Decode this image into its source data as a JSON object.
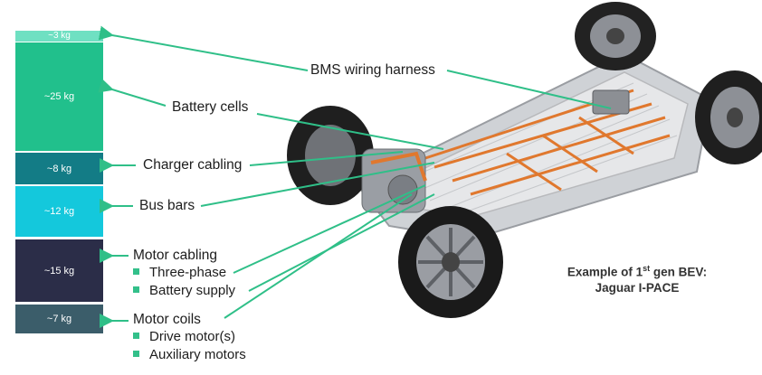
{
  "stack": [
    {
      "name": "bms",
      "label": "~3 kg",
      "color": "#6fe0c2"
    },
    {
      "name": "cells",
      "label": "~25 kg",
      "color": "#21c08c"
    },
    {
      "name": "charger",
      "label": "~8 kg",
      "color": "#137c86"
    },
    {
      "name": "busbars",
      "label": "~12 kg",
      "color": "#14c8dc"
    },
    {
      "name": "motor-cabling",
      "label": "~15 kg",
      "color": "#2b2d48"
    },
    {
      "name": "motor-coils",
      "label": "~7 kg",
      "color": "#3b5d6a"
    }
  ],
  "labels": {
    "bms": "BMS wiring harness",
    "cells": "Battery cells",
    "charger": "Charger cabling",
    "busbars": "Bus bars",
    "motor_cabling": "Motor cabling",
    "motor_cabling_items": [
      "Three-phase",
      "Battery supply"
    ],
    "motor_coils": "Motor coils",
    "motor_coils_items": [
      "Drive motor(s)",
      "Auxiliary motors"
    ]
  },
  "caption": {
    "line1_pre": "Example of 1",
    "line1_sup": "st",
    "line1_post": " gen BEV:",
    "line2": "Jaguar I-PACE"
  },
  "colors": {
    "arrow": "#2fbf88",
    "bullet": "#33c08a"
  }
}
